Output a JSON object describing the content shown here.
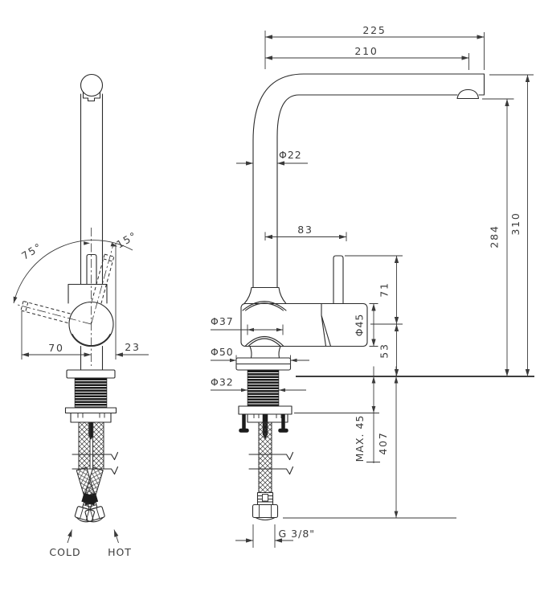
{
  "front_view": {
    "swivel_angle_left": "75°",
    "swivel_angle_right": "15°",
    "handle_length": "70",
    "handle_offset": "23",
    "cold_label": "COLD",
    "hot_label": "HOT"
  },
  "side_view": {
    "spout_reach_total": "225",
    "spout_reach_aerator": "210",
    "spout_tube_diameter": "Φ22",
    "handle_distance": "83",
    "total_height": "310",
    "spout_height": "284",
    "handle_rise": "71",
    "body_height": "53",
    "body_diameter": "Φ45",
    "collar_diameter": "Φ37",
    "flange_diameter": "Φ50",
    "shank_diameter": "Φ32",
    "max_counter_thickness": "MAX. 45",
    "hose_drop": "407",
    "thread_size": "G 3/8\""
  },
  "colors": {
    "line": "#2b2b2b",
    "text": "#3b3b3b",
    "background": "#ffffff"
  }
}
